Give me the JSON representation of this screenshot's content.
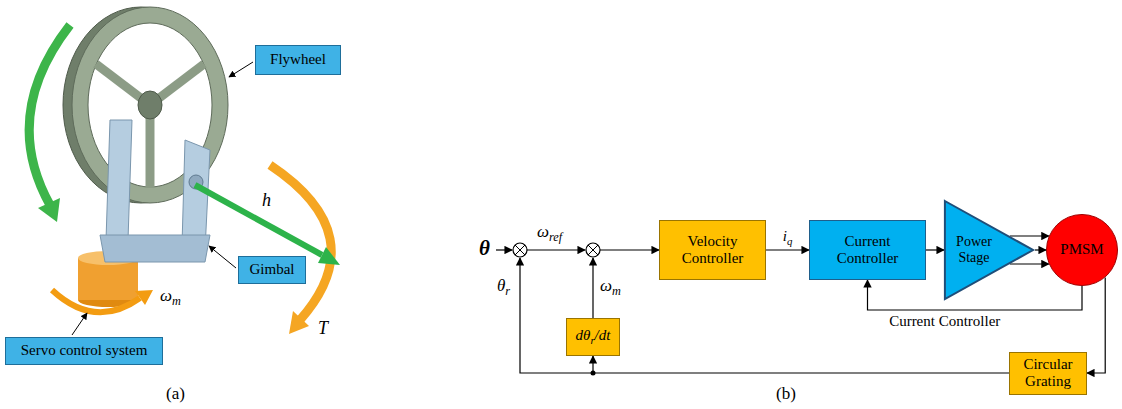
{
  "diagram": {
    "nodes": [
      {
        "text": [
          "Flywheel"
        ]
      },
      {
        "text": [
          "Gimbal"
        ]
      },
      {
        "text": [
          "Servo control system"
        ]
      },
      {
        "text": [
          "Velocity Controller"
        ]
      },
      {
        "text": [
          "Current Controller"
        ]
      },
      {
        "text": [
          "Power Stage"
        ]
      },
      {
        "text": [
          "PMSM"
        ]
      },
      {
        "text": [
          "dθr/dt"
        ]
      },
      {
        "text": [
          "Circular Grating"
        ]
      }
    ],
    "edges": [
      {
        "from": 3,
        "to": 4,
        "label": "iq",
        "arrow": "to"
      },
      {
        "from": 4,
        "to": 5,
        "arrow": "to"
      },
      {
        "from": 5,
        "to": 6,
        "arrow": "to"
      },
      {
        "from": 5,
        "to": 6,
        "arrow": "to"
      },
      {
        "from": 5,
        "to": 6,
        "arrow": "to"
      },
      {
        "from": 6,
        "to": 4,
        "label": "Current Controller",
        "arrow": "to"
      },
      {
        "from": 6,
        "to": 8,
        "arrow": "to"
      },
      {
        "from": 8,
        "to": 7,
        "arrow": "to"
      }
    ],
    "labels": [
      "h",
      "T",
      "ωm",
      "(a)",
      "θ",
      "ωref",
      "θr",
      "ωm",
      "(b)"
    ]
  }
}
